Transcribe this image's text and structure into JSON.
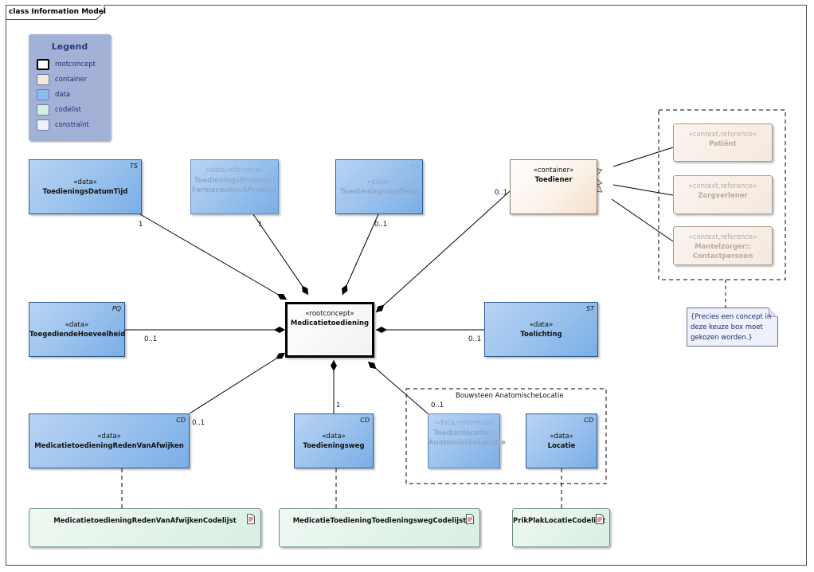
{
  "frame": {
    "title": "class Information Model"
  },
  "legend": {
    "title": "Legend",
    "items": [
      {
        "label": "rootconcept",
        "color": "#ffffff",
        "border": "#000000"
      },
      {
        "label": "container",
        "color": "#f5e6d8",
        "border": "#6a7bb0"
      },
      {
        "label": "data",
        "color": "#8fbaf0",
        "border": "#6a7bb0"
      },
      {
        "label": "codelist",
        "color": "#d4efe0",
        "border": "#6a7bb0"
      },
      {
        "label": "constraint",
        "color": "#eef0fb",
        "border": "#6a7bb0"
      }
    ]
  },
  "root": {
    "stereotype": "«rootconcept»",
    "name": "Medicatietoediening"
  },
  "classes": {
    "datum": {
      "stereotype": "«data»",
      "name": "ToedieningsDatumTijd",
      "tag": "TS"
    },
    "product": {
      "stereotype": "«data,reference»",
      "name1": "ToedieningsProduct::",
      "name2": "FarmaceutischProduct"
    },
    "snelheid": {
      "stereotype": "«data»",
      "name": "Toedieningssnelheid",
      "tag": "PQ"
    },
    "hoeveelheid": {
      "stereotype": "«data»",
      "name": "ToegediendeHoeveelheid",
      "tag": "PQ"
    },
    "reden": {
      "stereotype": "«data»",
      "name": "MedicatietoedieningRedenVanAfwijken",
      "tag": "CD"
    },
    "weg": {
      "stereotype": "«data»",
      "name": "Toedieningsweg",
      "tag": "CD"
    },
    "toelichting": {
      "stereotype": "«data»",
      "name": "Toelichting",
      "tag": "ST"
    },
    "toediener": {
      "stereotype": "«container»",
      "name": "Toediener"
    },
    "patient": {
      "stereotype": "«context,reference»",
      "name": "Patiënt"
    },
    "zorgverlener": {
      "stereotype": "«context,reference»",
      "name": "Zorgverlener"
    },
    "mantelzorger": {
      "stereotype": "«context,reference»",
      "name1": "Mantelzorger::",
      "name2": "Contactpersoon"
    },
    "toedienlocatie": {
      "stereotype": "«data,reference»",
      "name1": "Toedienlocatie::",
      "name2": "AnatomischeLocatie"
    },
    "locatie": {
      "stereotype": "«data»",
      "name": "Locatie",
      "tag": "CD"
    }
  },
  "codelists": {
    "reden": "MedicatietoedieningRedenVanAfwijkenCodelijst",
    "weg": "MedicatieToedieningToedieningswegCodelijst",
    "prikplak": "PrikPlakLocatieCodelijst"
  },
  "group": {
    "label": "Bouwsteen AnatomischeLocatie"
  },
  "note": {
    "lines": [
      "{Precies een concept in",
      "deze keuze box moet",
      "gekozen worden.}"
    ]
  },
  "multiplicities": {
    "datum": "1",
    "product": "1",
    "snelheid": "0..1",
    "toediener": "0..1",
    "hoeveelheid": "0..1",
    "toelichting": "0..1",
    "reden": "0..1",
    "weg": "1",
    "locatie": "0..1"
  },
  "colors": {
    "data": "#8fbaf0",
    "container": "#f5e6d8",
    "codelist": "#d4efe0",
    "constraint": "#eef0fb",
    "legend_bg": "#a4b1d7"
  }
}
